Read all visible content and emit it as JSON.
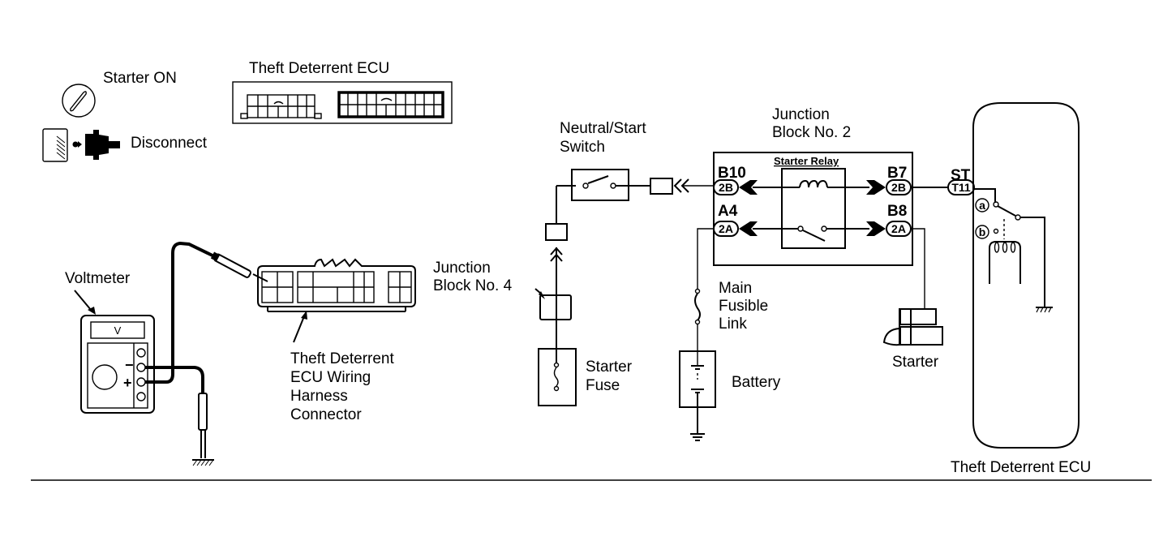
{
  "figure": {
    "type": "wiring diagram / inspection procedure",
    "divider": true
  },
  "instructions": {
    "ignition": "Starter ON",
    "connector_action": "Disconnect",
    "ecu_top_label": "Theft Deterrent ECU"
  },
  "voltmeter": {
    "label": "Voltmeter",
    "display": "V",
    "terminal_minus": "−",
    "terminal_plus": "+"
  },
  "harness": {
    "label_lines": [
      "Theft Deterrent",
      "ECU Wiring",
      "Harness",
      "Connector"
    ]
  },
  "junction_block_4": {
    "label_lines": [
      "Junction",
      "Block No. 4"
    ]
  },
  "starter_fuse": {
    "label_lines": [
      "Starter",
      "Fuse"
    ]
  },
  "neutral_start_switch": {
    "label_lines": [
      "Neutral/Start",
      "Switch"
    ]
  },
  "junction_block_2": {
    "label_lines": [
      "Junction",
      "Block No. 2"
    ],
    "relay_label": "Starter Relay",
    "pins": [
      {
        "pin": "B10",
        "connector": "2B"
      },
      {
        "pin": "A4",
        "connector": "2A"
      },
      {
        "pin": "B7",
        "connector": "2B"
      },
      {
        "pin": "B8",
        "connector": "2A"
      }
    ]
  },
  "fusible_link": {
    "label_lines": [
      "Main",
      "Fusible",
      "Link"
    ]
  },
  "battery": {
    "label": "Battery"
  },
  "starter": {
    "label": "Starter"
  },
  "ecu": {
    "terminal_name": "ST",
    "terminal_code": "T11",
    "contact_a": "a",
    "contact_b": "b",
    "label": "Theft Deterrent ECU"
  }
}
